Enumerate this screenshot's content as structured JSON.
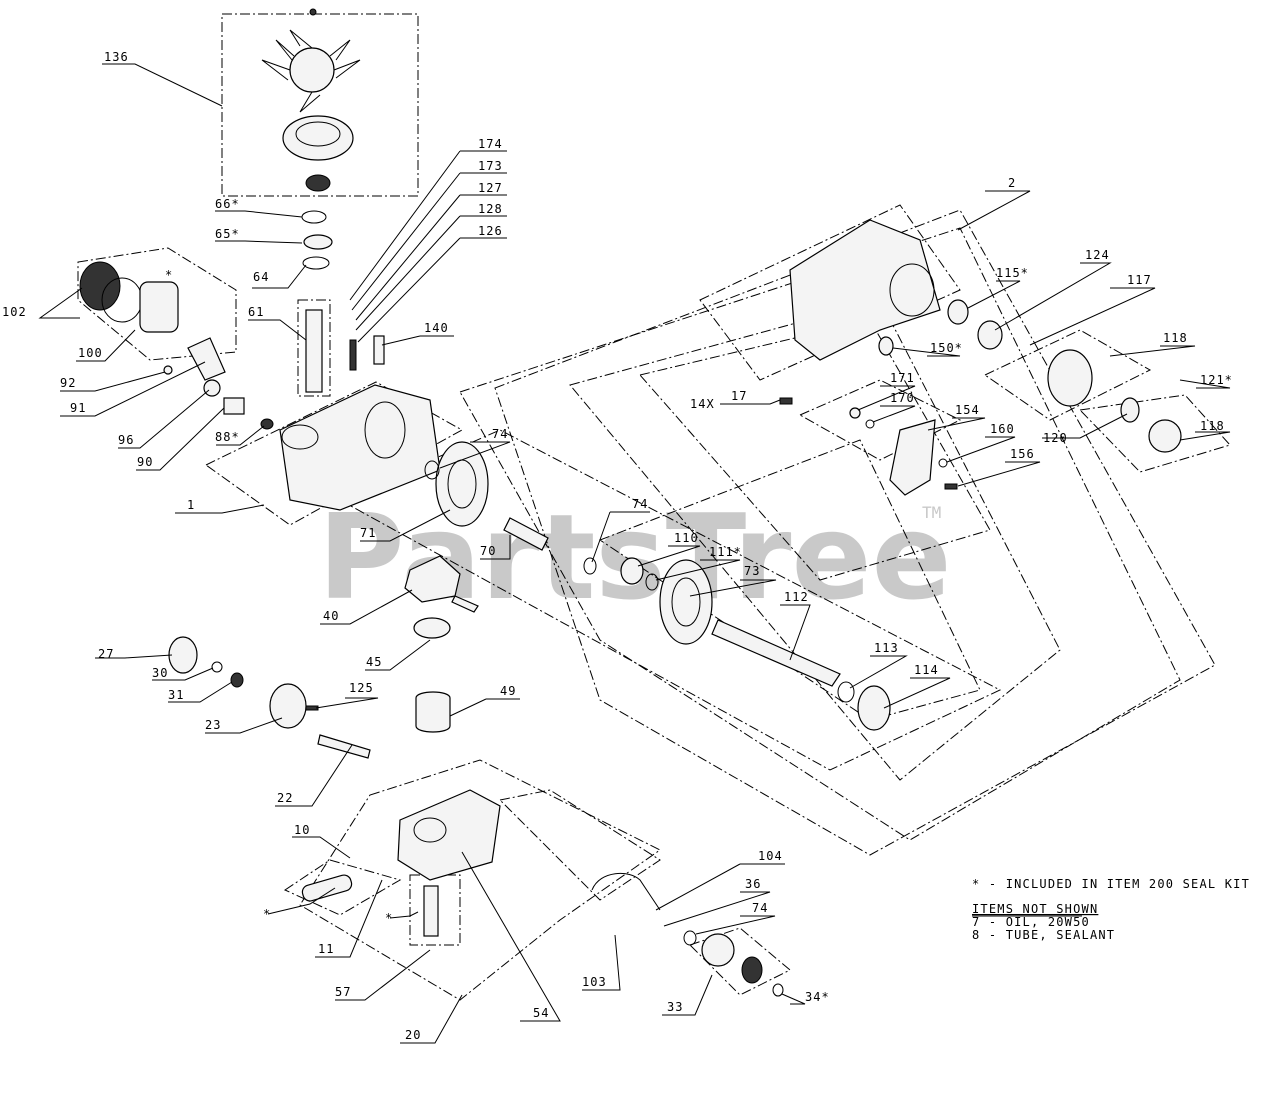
{
  "watermark": {
    "text": "PartsTree",
    "tm": "TM",
    "color": "#c8c8c8"
  },
  "callouts": [
    {
      "id": "136",
      "label": "136"
    },
    {
      "id": "174",
      "label": "174"
    },
    {
      "id": "173",
      "label": "173"
    },
    {
      "id": "127",
      "label": "127"
    },
    {
      "id": "128",
      "label": "128"
    },
    {
      "id": "126",
      "label": "126"
    },
    {
      "id": "66",
      "label": "66*"
    },
    {
      "id": "65",
      "label": "65*"
    },
    {
      "id": "64",
      "label": "64"
    },
    {
      "id": "61",
      "label": "61"
    },
    {
      "id": "140",
      "label": "140"
    },
    {
      "id": "102",
      "label": "102"
    },
    {
      "id": "star-102",
      "label": "*"
    },
    {
      "id": "100",
      "label": "100"
    },
    {
      "id": "92",
      "label": "92"
    },
    {
      "id": "91",
      "label": "91"
    },
    {
      "id": "96",
      "label": "96"
    },
    {
      "id": "88",
      "label": "88*"
    },
    {
      "id": "90",
      "label": "90"
    },
    {
      "id": "1",
      "label": "1"
    },
    {
      "id": "74a",
      "label": "74"
    },
    {
      "id": "71",
      "label": "71"
    },
    {
      "id": "70",
      "label": "70"
    },
    {
      "id": "74b",
      "label": "74"
    },
    {
      "id": "110",
      "label": "110"
    },
    {
      "id": "111",
      "label": "111*"
    },
    {
      "id": "73",
      "label": "73"
    },
    {
      "id": "40",
      "label": "40"
    },
    {
      "id": "45",
      "label": "45"
    },
    {
      "id": "112",
      "label": "112"
    },
    {
      "id": "113",
      "label": "113"
    },
    {
      "id": "114",
      "label": "114"
    },
    {
      "id": "27",
      "label": "27"
    },
    {
      "id": "30",
      "label": "30"
    },
    {
      "id": "31",
      "label": "31"
    },
    {
      "id": "125",
      "label": "125"
    },
    {
      "id": "49",
      "label": "49"
    },
    {
      "id": "23",
      "label": "23"
    },
    {
      "id": "22",
      "label": "22"
    },
    {
      "id": "10",
      "label": "10"
    },
    {
      "id": "star-11",
      "label": "*"
    },
    {
      "id": "star-57",
      "label": "*"
    },
    {
      "id": "11",
      "label": "11"
    },
    {
      "id": "57",
      "label": "57"
    },
    {
      "id": "20",
      "label": "20"
    },
    {
      "id": "54",
      "label": "54"
    },
    {
      "id": "103",
      "label": "103"
    },
    {
      "id": "104",
      "label": "104"
    },
    {
      "id": "36",
      "label": "36"
    },
    {
      "id": "74c",
      "label": "74"
    },
    {
      "id": "33",
      "label": "33"
    },
    {
      "id": "34",
      "label": "34*"
    },
    {
      "id": "2",
      "label": "2"
    },
    {
      "id": "115",
      "label": "115*"
    },
    {
      "id": "124",
      "label": "124"
    },
    {
      "id": "117",
      "label": "117"
    },
    {
      "id": "118a",
      "label": "118"
    },
    {
      "id": "150",
      "label": "150*"
    },
    {
      "id": "121",
      "label": "121*"
    },
    {
      "id": "14x",
      "label": "14X"
    },
    {
      "id": "17",
      "label": "17"
    },
    {
      "id": "171",
      "label": "171"
    },
    {
      "id": "170",
      "label": "170"
    },
    {
      "id": "154",
      "label": "154"
    },
    {
      "id": "160",
      "label": "160"
    },
    {
      "id": "156",
      "label": "156"
    },
    {
      "id": "120",
      "label": "120"
    },
    {
      "id": "118b",
      "label": "118"
    }
  ],
  "notes": {
    "seal_kit": "* - INCLUDED IN ITEM 200 SEAL KIT",
    "items_not_shown_heading": "ITEMS NOT SHOWN",
    "item_7": "7 - OIL, 20W50",
    "item_8": "8 - TUBE, SEALANT"
  }
}
